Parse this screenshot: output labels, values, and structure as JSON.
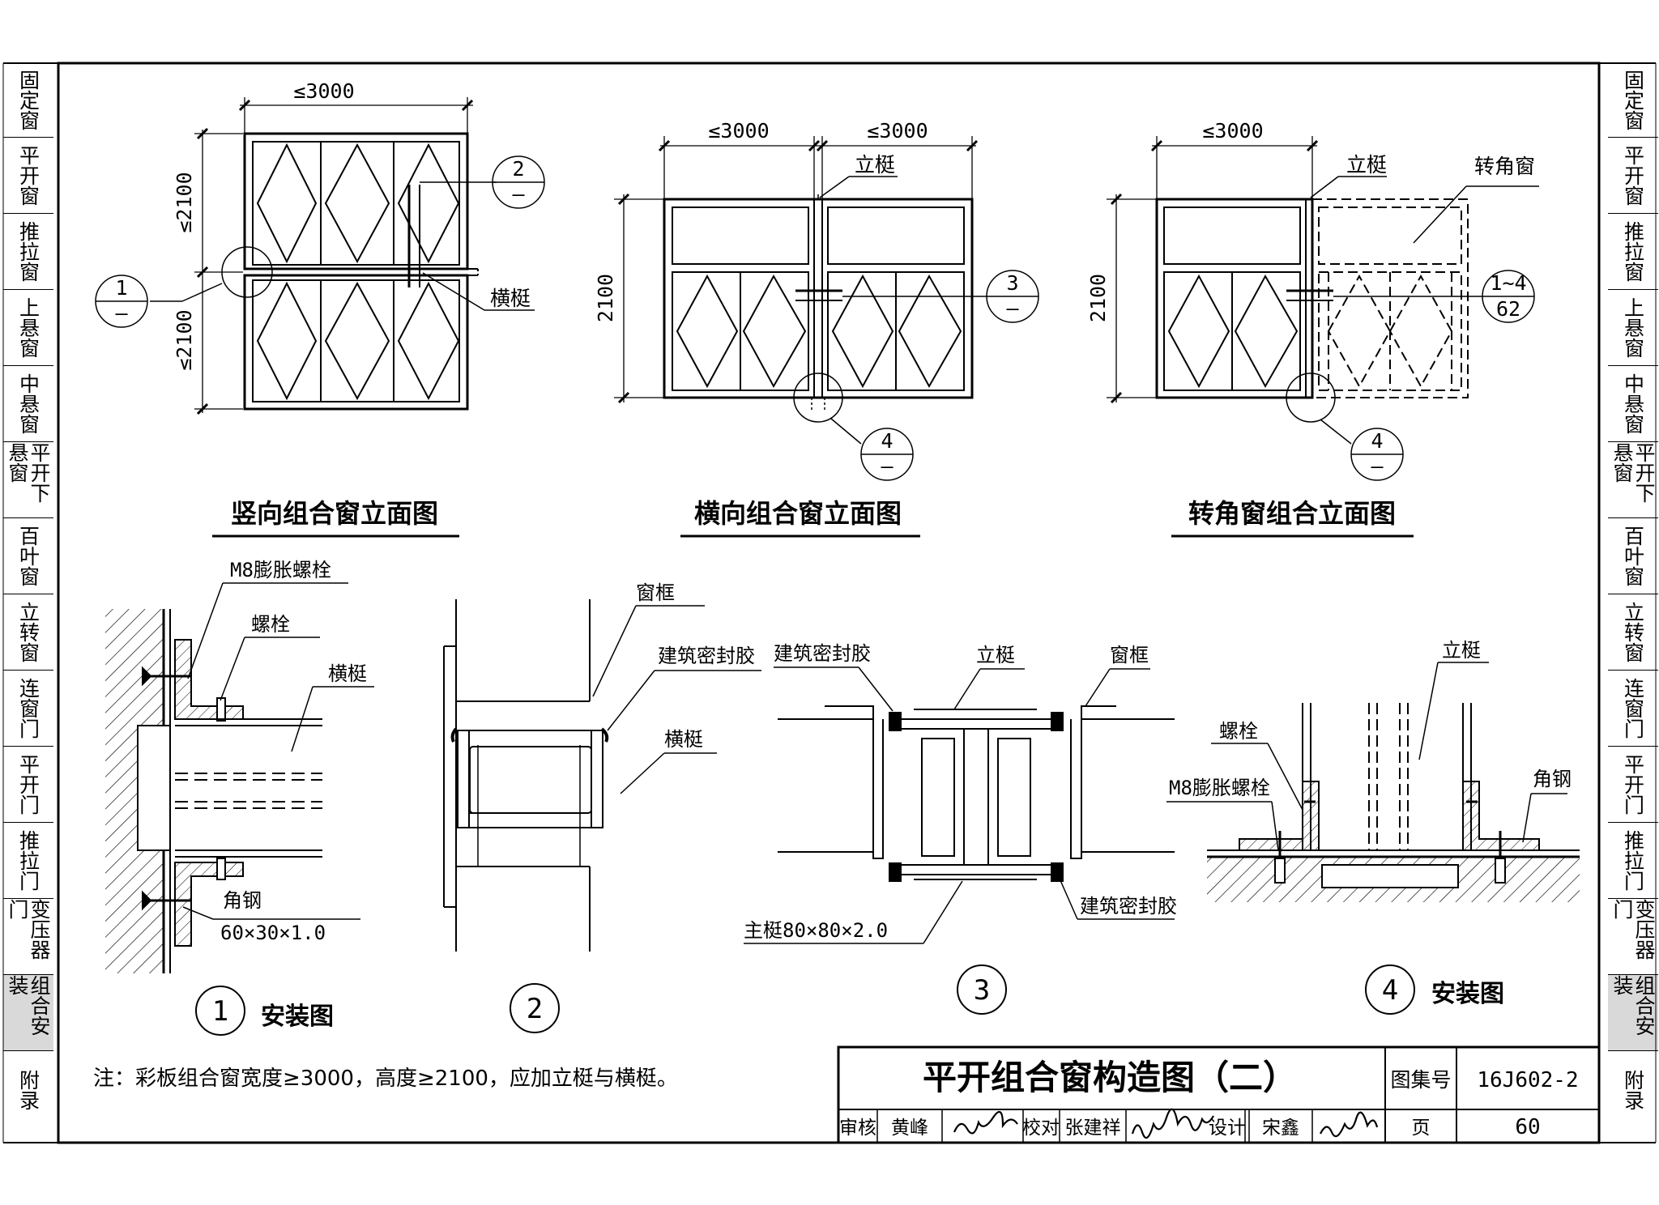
{
  "side_tabs": [
    "固定窗",
    "平开窗",
    "推拉窗",
    "上悬窗",
    "中悬窗",
    "平开下悬窗",
    "百叶窗",
    "立转窗",
    "连窗门",
    "平开门",
    "推拉门",
    "变压器门",
    "组合安装",
    "附录"
  ],
  "active_tab": "组合安装",
  "elevations": {
    "vertical": {
      "title": "竖向组合窗立面图",
      "dim_w": "≤3000",
      "dim_h_top": "≤2100",
      "dim_h_bottom": "≤2100",
      "callout_left": "1",
      "callout_right": "2",
      "label": "横梃"
    },
    "horizontal": {
      "title": "横向组合窗立面图",
      "dim_w1": "≤3000",
      "dim_w2": "≤3000",
      "dim_h": "2100",
      "label": "立梃",
      "callout_right": "3",
      "callout_bottom": "4"
    },
    "corner": {
      "title": "转角窗组合立面图",
      "dim_w": "≤3000",
      "dim_h": "2100",
      "label_mullion": "立梃",
      "label_corner": "转角窗",
      "callout_right_top": "1~4",
      "callout_right_bottom": "62",
      "callout_bottom": "4"
    }
  },
  "details": {
    "d1": {
      "num": "1",
      "caption": "安装图",
      "labels": [
        "M8膨胀螺栓",
        "螺栓",
        "横梃",
        "角钢",
        "60×30×1.0"
      ]
    },
    "d2": {
      "num": "2",
      "labels": [
        "窗框",
        "建筑密封胶",
        "横梃"
      ]
    },
    "d3": {
      "num": "3",
      "labels": [
        "建筑密封胶",
        "立梃",
        "窗框",
        "建筑密封胶",
        "主梃80×80×2.0"
      ]
    },
    "d4": {
      "num": "4",
      "caption": "安装图",
      "labels": [
        "立梃",
        "螺栓",
        "M8膨胀螺栓",
        "角钢"
      ]
    }
  },
  "dash": "–",
  "note": "注：彩板组合窗宽度≥3000，高度≥2100，应加立梃与横梃。",
  "title_block": {
    "title": "平开组合窗构造图（二）",
    "atlas_label": "图集号",
    "atlas_no": "16J602-2",
    "review": "审核",
    "reviewer": "黄峰",
    "check": "校对",
    "checker": "张建祥",
    "design": "设计",
    "designer": "宋鑫",
    "page_label": "页",
    "page_no": "60"
  }
}
